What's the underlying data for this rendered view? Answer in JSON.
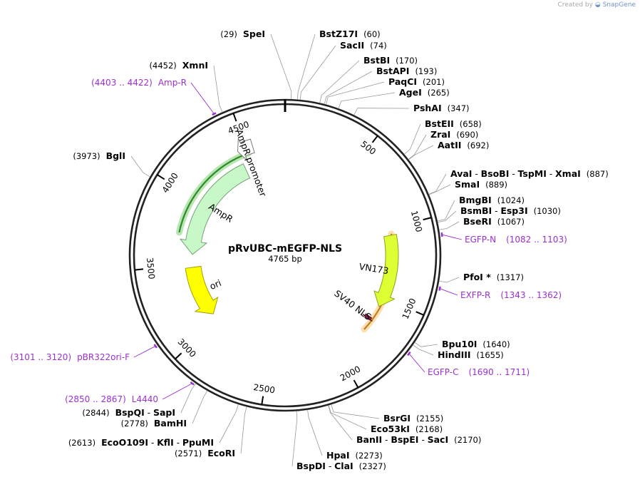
{
  "credit": {
    "prefix": "Created by",
    "brand": "SnapGene"
  },
  "plasmid": {
    "name": "pRvUBC-mEGFP-NLS",
    "size_label": "4765 bp",
    "length": 4765
  },
  "ticks": [
    {
      "pos": 500,
      "label": "500"
    },
    {
      "pos": 1000,
      "label": "1000"
    },
    {
      "pos": 1500,
      "label": "1500"
    },
    {
      "pos": 2000,
      "label": "2000"
    },
    {
      "pos": 2500,
      "label": "2500"
    },
    {
      "pos": 3000,
      "label": "3000"
    },
    {
      "pos": 3500,
      "label": "3500"
    },
    {
      "pos": 4000,
      "label": "4000"
    },
    {
      "pos": 4500,
      "label": "4500"
    }
  ],
  "features": [
    {
      "id": "ampr",
      "label": "AmpR",
      "color": "#c8f7c8",
      "stroke": "#7aa07a",
      "start": 3580,
      "end": 4440,
      "direction": "ccw"
    },
    {
      "id": "ampr-promoter",
      "label": "AmpR promoter",
      "color": "#ffffff",
      "stroke": "#7a7a7a",
      "start": 4440,
      "end": 4545,
      "direction": "ccw"
    },
    {
      "id": "ori",
      "label": "ori",
      "color": "#ffff00",
      "stroke": "#a0a000",
      "start": 3475,
      "end": 3055,
      "direction": "ccw"
    },
    {
      "id": "vn173",
      "label": "VN173",
      "color": "#ddff33",
      "stroke": "#90a020",
      "start": 1050,
      "end": 1570,
      "direction": "cw"
    },
    {
      "id": "sv40-nls",
      "label": "SV40 NLS",
      "color": "#8a2050",
      "stroke": "#4a0e2a",
      "start": 1666,
      "end": 1690,
      "direction": "cw"
    }
  ],
  "highlight_arcs": [
    {
      "id": "amp-orf",
      "color": "#2d8a2d",
      "glow": "#b9e6b0",
      "start": 3735,
      "end": 4505
    },
    {
      "id": "egfp-orf",
      "color": "#c07a20",
      "glow": "#fde0b0",
      "start": 1040,
      "end": 1762
    }
  ],
  "sites": [
    {
      "pos": 29,
      "parts": [
        {
          "name": "SpeI",
          "pos_text": "(29)"
        }
      ]
    },
    {
      "pos": 60,
      "parts": [
        {
          "name": "BstZ17I",
          "pos_text": "(60)"
        }
      ]
    },
    {
      "pos": 74,
      "parts": [
        {
          "name": "SacII",
          "pos_text": "(74)"
        }
      ]
    },
    {
      "pos": 170,
      "parts": [
        {
          "name": "BstBI",
          "pos_text": "(170)"
        }
      ]
    },
    {
      "pos": 193,
      "parts": [
        {
          "name": "BstAPI",
          "pos_text": "(193)"
        }
      ]
    },
    {
      "pos": 201,
      "parts": [
        {
          "name": "PaqCI",
          "pos_text": "(201)"
        }
      ]
    },
    {
      "pos": 265,
      "parts": [
        {
          "name": "AgeI",
          "pos_text": "(265)"
        }
      ]
    },
    {
      "pos": 347,
      "parts": [
        {
          "name": "PshAI",
          "pos_text": "(347)"
        }
      ]
    },
    {
      "pos": 658,
      "parts": [
        {
          "name": "BstEII",
          "pos_text": "(658)"
        }
      ]
    },
    {
      "pos": 690,
      "parts": [
        {
          "name": "ZraI",
          "pos_text": "(690)"
        }
      ]
    },
    {
      "pos": 692,
      "parts": [
        {
          "name": "AatII",
          "pos_text": "(692)"
        }
      ]
    },
    {
      "pos": 887,
      "parts": [
        {
          "name": "AvaI"
        },
        {
          "name": "BsoBI"
        },
        {
          "name": "TspMI"
        },
        {
          "name": "XmaI",
          "pos_text": "(887)"
        }
      ]
    },
    {
      "pos": 889,
      "parts": [
        {
          "name": "SmaI",
          "pos_text": "(889)"
        }
      ]
    },
    {
      "pos": 1024,
      "parts": [
        {
          "name": "BmgBI",
          "pos_text": "(1024)"
        }
      ]
    },
    {
      "pos": 1030,
      "parts": [
        {
          "name": "BsmBI"
        },
        {
          "name": "Esp3I",
          "pos_text": "(1030)"
        }
      ]
    },
    {
      "pos": 1067,
      "parts": [
        {
          "name": "BseRI",
          "pos_text": "(1067)"
        }
      ]
    },
    {
      "pos": 1317,
      "parts": [
        {
          "name": "PfoI *",
          "pos_text": "(1317)"
        }
      ]
    },
    {
      "pos": 1640,
      "parts": [
        {
          "name": "Bpu10I",
          "pos_text": "(1640)"
        }
      ]
    },
    {
      "pos": 1655,
      "parts": [
        {
          "name": "HindIII",
          "pos_text": "(1655)"
        }
      ]
    },
    {
      "pos": 2155,
      "parts": [
        {
          "name": "BsrGI",
          "pos_text": "(2155)"
        }
      ]
    },
    {
      "pos": 2168,
      "parts": [
        {
          "name": "Eco53kI",
          "pos_text": "(2168)"
        }
      ]
    },
    {
      "pos": 2170,
      "parts": [
        {
          "name": "BanII"
        },
        {
          "name": "BspEI"
        },
        {
          "name": "SacI",
          "pos_text": "(2170)"
        }
      ]
    },
    {
      "pos": 2273,
      "parts": [
        {
          "name": "HpaI",
          "pos_text": "(2273)"
        }
      ]
    },
    {
      "pos": 2327,
      "parts": [
        {
          "name": "BspDI"
        },
        {
          "name": "ClaI",
          "pos_text": "(2327)"
        }
      ]
    },
    {
      "pos": 2571,
      "parts": [
        {
          "name": "EcoRI",
          "pos_text": "(2571)"
        }
      ]
    },
    {
      "pos": 2613,
      "parts": [
        {
          "name": "EcoO109I"
        },
        {
          "name": "KflI"
        },
        {
          "name": "PpuMI",
          "pos_text": "(2613)"
        }
      ]
    },
    {
      "pos": 2778,
      "parts": [
        {
          "name": "BamHI",
          "pos_text": "(2778)"
        }
      ]
    },
    {
      "pos": 2844,
      "parts": [
        {
          "name": "BspQI"
        },
        {
          "name": "SapI",
          "pos_text": "(2844)"
        }
      ]
    },
    {
      "pos": 3973,
      "parts": [
        {
          "name": "BglI",
          "pos_text": "(3973)"
        }
      ]
    },
    {
      "pos": 4452,
      "parts": [
        {
          "name": "XmnI",
          "pos_text": "(4452)"
        }
      ]
    }
  ],
  "primers": [
    {
      "name": "EGFP-N",
      "range": "(1082 .. 1103)",
      "pos": 1092
    },
    {
      "name": "EXFP-R",
      "range": "(1343 .. 1362)",
      "pos": 1352
    },
    {
      "name": "EGFP-C",
      "range": "(1690 .. 1711)",
      "pos": 1700
    },
    {
      "name": "L4440",
      "range": "(2850 .. 2867)",
      "pos": 2858
    },
    {
      "name": "pBR322ori-F",
      "range": "(3101 .. 3120)",
      "pos": 3110
    },
    {
      "name": "Amp-R",
      "range": "(4403 .. 4422)",
      "pos": 4412
    }
  ]
}
